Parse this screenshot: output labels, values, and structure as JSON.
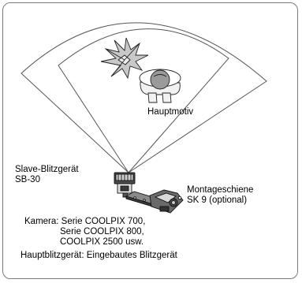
{
  "labels": {
    "subject": "Hauptmotiv",
    "slave_flash_line1": "Slave-Blitzgerät",
    "slave_flash_line2": "SB-30",
    "mount_rail_line1": "Montageschiene",
    "mount_rail_line2": "SK 9 (optional)",
    "camera_line1": "Kamera: Serie COOLPIX 700,",
    "camera_line2": "Serie COOLPIX 800,",
    "camera_line3": "COOLPIX 2500 usw.",
    "main_flash": "Hauptblitzgerät: Eingebautes Blitzgerät"
  }
}
